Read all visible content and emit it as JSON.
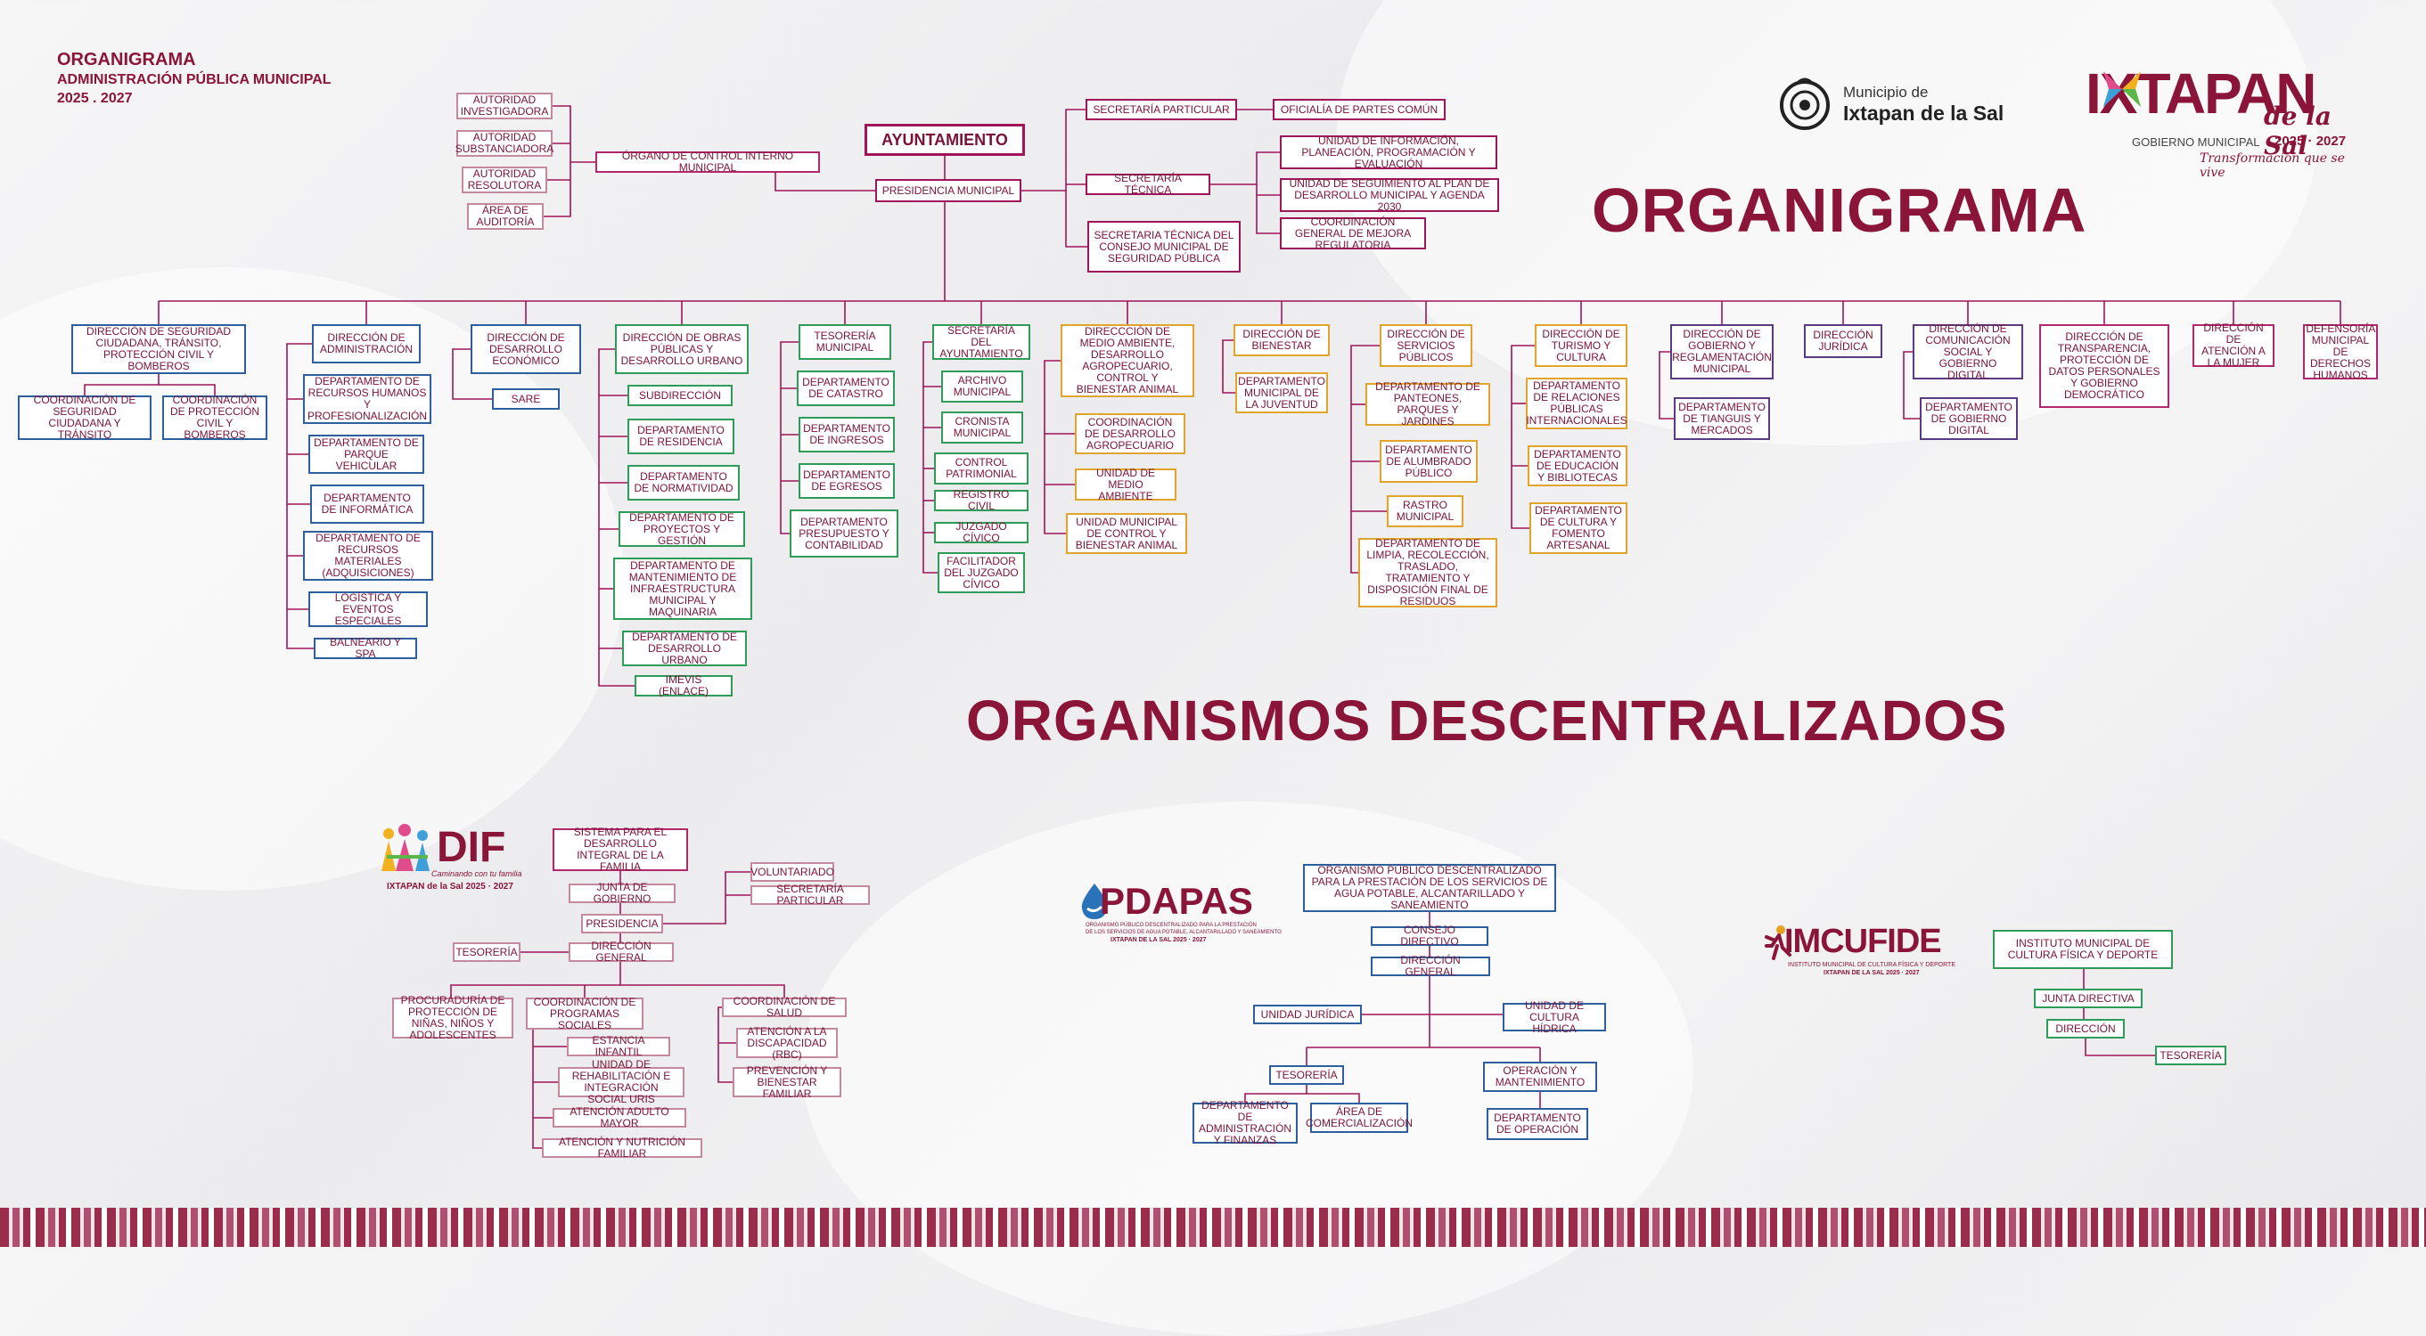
{
  "header": {
    "line1": "ORGANIGRAMA",
    "line2": "ADMINISTRACIÓN PÚBLICA MUNICIPAL",
    "line3": "2025 . 2027"
  },
  "titles": {
    "organigrama": "ORGANIGRAMA",
    "descentralizados": "ORGANISMOS DESCENTRALIZADOS"
  },
  "logos": {
    "municipio": {
      "small": "Municipio de",
      "name": "Ixtapan de la Sal"
    },
    "ixtapan": {
      "name": "IXTAPAN",
      "script": "de la Sal",
      "gob": "GOBIERNO MUNICIPAL",
      "years": "2025 · 2027",
      "slogan": "Transformación que se vive"
    },
    "dif": {
      "name": "DIF",
      "script": "Caminando con tu familia",
      "sub": "IXTAPAN de la Sal 2025 · 2027"
    },
    "pdapas": {
      "name": "PDAPAS",
      "sub1": "ORGANISMO PÚBLICO DESCENTRALIZADO PARA LA PRESTACIÓN",
      "sub2": "DE LOS SERVICIOS DE AGUA POTABLE, ALCANTARILLADO Y SANEAMIENTO",
      "sub3": "IXTAPAN DE LA SAL 2025 · 2027"
    },
    "imcufide": {
      "name": "IMCUFIDE",
      "sub1": "INSTITUTO MUNICIPAL DE CULTURA FÍSICA Y DEPORTE",
      "sub2": "IXTAPAN DE LA SAL 2025 · 2027"
    }
  },
  "colors": {
    "main": "#a0155a",
    "title": "#8b1538",
    "blue": "#2d5f9e",
    "green": "#2f9b58",
    "orange": "#e0a52a",
    "purple": "#5a3a82",
    "line": "#a0155a"
  },
  "nodes": {
    "ayuntamiento": "AYUNTAMIENTO",
    "presidencia": "PRESIDENCIA MUNICIPAL",
    "organo_control": "ÓRGANO DE CONTROL INTERNO MUNICIPAL",
    "autoridad_inv": "AUTORIDAD INVESTIGADORA",
    "autoridad_sub": "AUTORIDAD SUBSTANCIADORA",
    "autoridad_res": "AUTORIDAD RESOLUTORA",
    "area_aud": "ÁREA DE AUDITORÍA",
    "sec_particular": "SECRETARÍA PARTICULAR",
    "oficialia": "OFICIALÍA DE PARTES COMÚN",
    "sec_tecnica": "SECRETARÍA TÉCNICA",
    "uni_info": "UNIDAD DE INFORMACIÓN, PLANEACIÓN, PROGRAMACIÓN Y EVALUACIÓN",
    "uni_seg": "UNIDAD DE SEGUIMIENTO AL PLAN DE DESARROLLO MUNICIPAL Y AGENDA 2030",
    "coord_mejora": "COORDINACIÓN GENERAL DE MEJORA REGULATORIA",
    "sec_tec_consejo": "SECRETARIA TÉCNICA DEL CONSEJO MUNICIPAL DE SEGURIDAD PÚBLICA",
    "dir_seguridad": "DIRECCIÓN DE SEGURIDAD CIUDADANA, TRÁNSITO, PROTECCIÓN CIVIL Y BOMBEROS",
    "coord_seg": "COORDINACIÓN DE SEGURIDAD CIUDADANA Y TRÁNSITO",
    "coord_prot": "COORDINACIÓN DE PROTECCIÓN CIVIL Y BOMBEROS",
    "dir_admin": "DIRECCIÓN DE ADMINISTRACIÓN",
    "dep_rh": "DEPARTAMENTO DE RECURSOS HUMANOS Y PROFESIONALIZACIÓN",
    "dep_parque": "DEPARTAMENTO DE PARQUE VEHICULAR",
    "dep_inf": "DEPARTAMENTO DE INFORMÁTICA",
    "dep_rm": "DEPARTAMENTO DE RECURSOS MATERIALES (ADQUISICIONES)",
    "logistica": "LOGÍSTICA Y EVENTOS ESPECIALES",
    "balneario": "BALNEARIO Y SPA",
    "dir_des_eco": "DIRECCIÓN DE DESARROLLO ECONÓMICO",
    "sare": "SARE",
    "dir_obras": "DIRECCIÓN DE OBRAS PÚBLICAS Y DESARROLLO URBANO",
    "subdireccion": "SUBDIRECCIÓN",
    "dep_res": "DEPARTAMENTO DE RESIDENCIA",
    "dep_norm": "DEPARTAMENTO DE NORMATIVIDAD",
    "dep_proy": "DEPARTAMENTO DE PROYECTOS Y GESTIÓN",
    "dep_mant": "DEPARTAMENTO DE MANTENIMIENTO DE INFRAESTRUCTURA MUNICIPAL Y MAQUINARIA",
    "dep_du": "DEPARTAMENTO DE DESARROLLO URBANO",
    "imevis": "IMEVIS (ENLACE)",
    "tesoreria": "TESORERÍA MUNICIPAL",
    "dep_catastro": "DEPARTAMENTO DE CATASTRO",
    "dep_ingresos": "DEPARTAMENTO DE INGRESOS",
    "dep_egresos": "DEPARTAMENTO DE EGRESOS",
    "dep_presupuesto": "DEPARTAMENTO PRESUPUESTO Y CONTABILIDAD",
    "sec_ayto": "SECRETARÍA DEL AYUNTAMIENTO",
    "archivo": "ARCHIVO MUNICIPAL",
    "cronista": "CRONISTA MUNICIPAL",
    "control_pat": "CONTROL PATRIMONIAL",
    "registro": "REGISTRO CIVIL",
    "juzgado": "JUZGADO CÍVICO",
    "facilitador": "FACILITADOR DEL JUZGADO CÍVICO",
    "dir_medio": "DIRECCCIÓN DE MEDIO AMBIENTE, DESARROLLO AGROPECUARIO, CONTROL Y BIENESTAR ANIMAL",
    "coord_agro": "COORDINACIÓN DE DESARROLLO AGROPECUARIO",
    "uni_medio": "UNIDAD DE MEDIO AMBIENTE",
    "uni_animal": "UNIDAD MUNICIPAL DE CONTROL Y BIENESTAR ANIMAL",
    "dir_bienestar": "DIRECCIÓN DE BIENESTAR",
    "dep_juventud": "DEPARTAMENTO MUNICIPAL DE LA JUVENTUD",
    "dir_servicios": "DIRECCIÓN DE SERVICIOS PÚBLICOS",
    "dep_panteones": "DEPARTAMENTO DE PANTEONES, PARQUES Y JARDINES",
    "dep_alumbrado": "DEPARTAMENTO DE ALUMBRADO PÚBLICO",
    "rastro": "RASTRO MUNICIPAL",
    "dep_limpia": "DEPARTAMENTO DE LIMPIA, RECOLECCIÓN, TRASLADO, TRATAMIENTO Y DISPOSICIÓN FINAL DE RESIDUOS",
    "dir_turismo": "DIRECCIÓN DE TURISMO Y CULTURA",
    "dep_rel": "DEPARTAMENTO DE RELACIONES PÚBLICAS INTERNACIONALES",
    "dep_edu": "DEPARTAMENTO DE EDUCACIÓN Y BIBLIOTECAS",
    "dep_cultura": "DEPARTAMENTO DE CULTURA Y FOMENTO ARTESANAL",
    "dir_gob": "DIRECCIÓN DE GOBIERNO Y REGLAMENTACIÓN MUNICIPAL",
    "dep_tianguis": "DEPARTAMENTO DE TIANGUIS Y MERCADOS",
    "dir_juridica": "DIRECCIÓN JURÍDICA",
    "dir_com": "DIRECCIÓN DE COMUNICACIÓN SOCIAL Y GOBIERNO DIGITAL",
    "dep_gob_dig": "DEPARTAMENTO DE GOBIERNO DIGITAL",
    "dir_transp": "DIRECCIÓN DE TRANSPARENCIA, PROTECCIÓN DE DATOS PERSONALES Y GOBIERNO DEMOCRÁTICO",
    "dir_mujer": "DIRECCIÓN DE ATENCIÓN A LA MUJER",
    "defensoria": "DEFENSORÍA MUNICIPAL DE DERECHOS HUMANOS",
    "dif_sistema": "SISTEMA PARA EL DESARROLLO INTEGRAL DE LA FAMILIA",
    "dif_junta": "JUNTA DE GOBIERNO",
    "dif_pres": "PRESIDENCIA",
    "dif_vol": "VOLUNTARIADO",
    "dif_secpart": "SECRETARÍA PARTICULAR",
    "dif_dir": "DIRECCIÓN GENERAL",
    "dif_tes": "TESORERÍA",
    "dif_procu": "PROCURADURÍA DE PROTECCIÓN DE NIÑAS, NIÑOS Y ADOLESCENTES",
    "dif_coord_prog": "COORDINACIÓN DE PROGRAMAS SOCIALES",
    "dif_estancia": "ESTANCIA INFANTIL",
    "dif_uris": "UNIDAD DE REHABILITACIÓN E INTEGRACIÓN SOCIAL URIS",
    "dif_adulto": "ATENCIÓN ADULTO MAYOR",
    "dif_nutricion": "ATENCIÓN Y NUTRICIÓN FAMILIAR",
    "dif_coord_salud": "COORDINACIÓN DE SALUD",
    "dif_discap": "ATENCIÓN A LA DISCAPACIDAD (RBC)",
    "dif_prev": "PREVENCIÓN Y BIENESTAR FAMILIAR",
    "pd_org": "ORGANISMO PÚBLICO DESCENTRALIZADO PARA LA PRESTACIÓN DE LOS SERVICIOS DE AGUA POTABLE, ALCANTARILLADO Y SANEAMIENTO",
    "pd_consejo": "CONSEJO DIRECTIVO",
    "pd_dir": "DIRECCIÓN GENERAL",
    "pd_jur": "UNIDAD JURÍDICA",
    "pd_cult": "UNIDAD DE CULTURA HÍDRICA",
    "pd_tes": "TESORERÍA",
    "pd_oper": "OPERACIÓN Y MANTENIMIENTO",
    "pd_admin": "DEPARTAMENTO DE ADMINISTRACIÓN Y FINANZAS",
    "pd_comer": "ÁREA DE COMERCIALIZACIÓN",
    "pd_depop": "DEPARTAMENTO DE OPERACIÓN",
    "im_inst": "INSTITUTO MUNICIPAL DE CULTURA FÍSICA Y DEPORTE",
    "im_junta": "JUNTA DIRECTIVA",
    "im_dir": "DIRECCIÓN",
    "im_tes": "TESORERÍA"
  }
}
